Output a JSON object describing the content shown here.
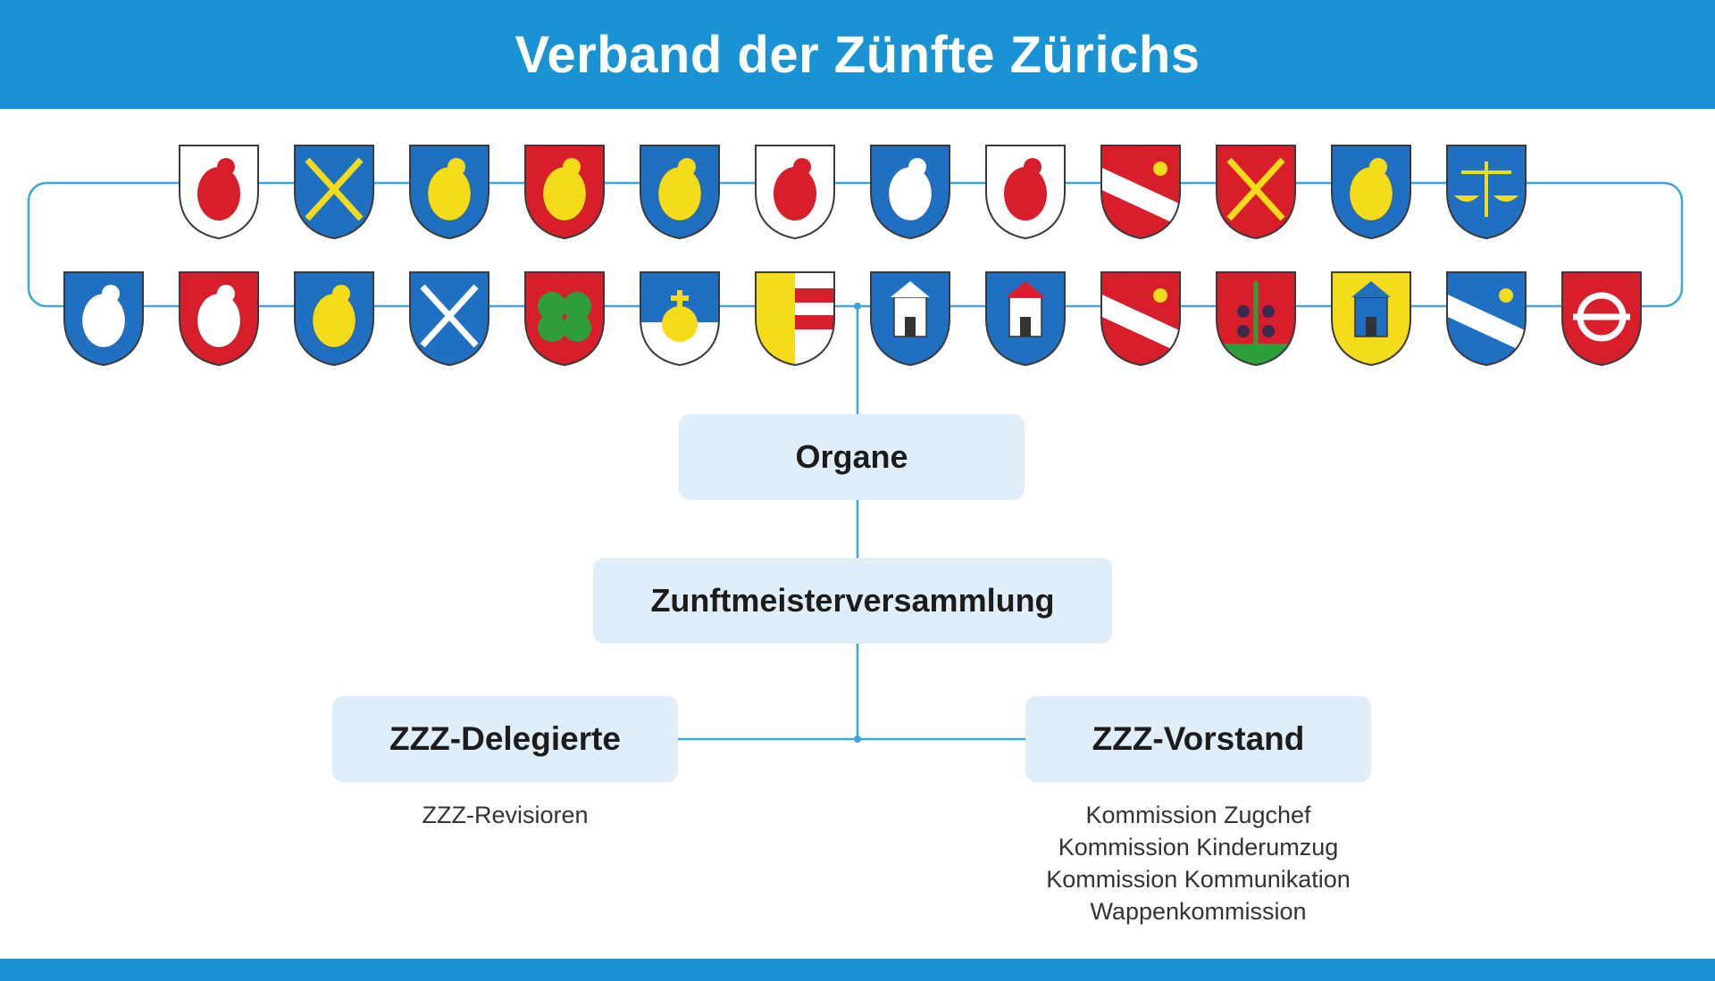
{
  "header": {
    "title": "Verband der Zünfte Zürichs"
  },
  "org": {
    "organe": "Organe",
    "assembly": "Zunftmeisterversammlung",
    "delegates": {
      "label": "ZZZ-Delegierte",
      "items": [
        "ZZZ-Revisioren"
      ]
    },
    "board": {
      "label": "ZZZ-Vorstand",
      "items": [
        "Kommission Zugchef",
        "Kommission Kinderumzug",
        "Kommission Kommunikation",
        "Wappenkommission"
      ]
    }
  },
  "colors": {
    "brand_blue": "#1a93d5",
    "box_fill": "#dfeef9",
    "connector": "#3aa6dd",
    "heraldic_blue": "#1f6fc2",
    "heraldic_red": "#d81e2a",
    "heraldic_yellow": "#f5dc1a",
    "heraldic_green": "#2e9e3b"
  },
  "crests": {
    "top_row": [
      {
        "name": "crest-red-lion-white-field",
        "field": "#ffffff",
        "charge": "#d81e2a"
      },
      {
        "name": "crest-crossed-lilies-blue",
        "field": "#1f6fc2",
        "charge": "#f5dc1a"
      },
      {
        "name": "crest-bird-on-tools-blue",
        "field": "#1f6fc2",
        "charge": "#f5dc1a"
      },
      {
        "name": "crest-serpent-red",
        "field": "#d81e2a",
        "charge": "#f5dc1a"
      },
      {
        "name": "crest-mill-wheel-blue",
        "field": "#1f6fc2",
        "charge": "#f5dc1a"
      },
      {
        "name": "crest-lion-and-boot-white",
        "field": "#ffffff",
        "charge": "#d81e2a"
      },
      {
        "name": "crest-ram-blue",
        "field": "#1f6fc2",
        "charge": "#ffffff"
      },
      {
        "name": "crest-red-eagle-white",
        "field": "#ffffff",
        "charge": "#d81e2a"
      },
      {
        "name": "crest-shears-and-stripe-red",
        "field": "#d81e2a",
        "charge": "#ffffff"
      },
      {
        "name": "crest-crossed-arrows-red",
        "field": "#d81e2a",
        "charge": "#f5dc1a"
      },
      {
        "name": "crest-camel-blue",
        "field": "#1f6fc2",
        "charge": "#f5dc1a"
      },
      {
        "name": "crest-scales-blue",
        "field": "#1f6fc2",
        "charge": "#f5dc1a"
      }
    ],
    "bottom_row": [
      {
        "name": "crest-swan-blue",
        "field": "#1f6fc2",
        "charge": "#ffffff"
      },
      {
        "name": "crest-sickle-red",
        "field": "#d81e2a",
        "charge": "#ffffff"
      },
      {
        "name": "crest-three-figures-blue",
        "field": "#1f6fc2",
        "charge": "#f5dc1a"
      },
      {
        "name": "crest-crossed-keys-blue",
        "field": "#1f6fc2",
        "charge": "#ffffff"
      },
      {
        "name": "crest-shamrock-red",
        "field": "#d81e2a",
        "charge": "#2e9e3b"
      },
      {
        "name": "crest-orb-blue",
        "field": "#1f6fc2",
        "charge": "#f5dc1a"
      },
      {
        "name": "crest-yellow-red-bars",
        "field": "#f5dc1a",
        "charge": "#d81e2a"
      },
      {
        "name": "crest-castle-on-water-blue",
        "field": "#1f6fc2",
        "charge": "#ffffff"
      },
      {
        "name": "crest-tower-gate-blue",
        "field": "#1f6fc2",
        "charge": "#ffffff"
      },
      {
        "name": "crest-star-and-wave-red",
        "field": "#d81e2a",
        "charge": "#ffffff"
      },
      {
        "name": "crest-grapevine-red",
        "field": "#d81e2a",
        "charge": "#2e9e3b"
      },
      {
        "name": "crest-tower-and-cross-yellow",
        "field": "#f5dc1a",
        "charge": "#1f6fc2"
      },
      {
        "name": "crest-wave-and-trowel-blue",
        "field": "#1f6fc2",
        "charge": "#ffffff"
      },
      {
        "name": "crest-lily-ornament-red",
        "field": "#d81e2a",
        "charge": "#ffffff"
      }
    ]
  }
}
